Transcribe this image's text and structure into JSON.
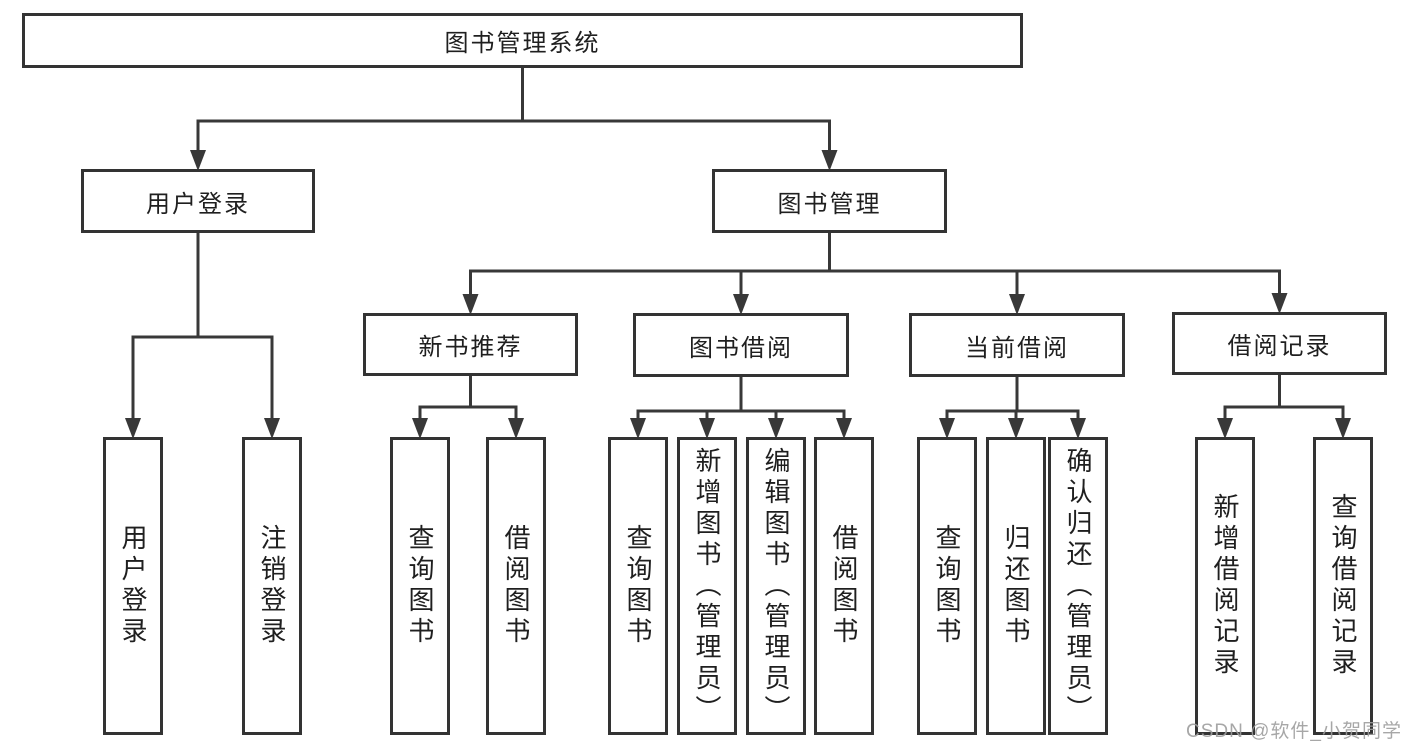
{
  "diagram": {
    "nodes": [
      {
        "id": "root",
        "label": "图书管理系统",
        "level": 1,
        "orientation": "horizontal"
      },
      {
        "id": "user-login",
        "label": "用户登录",
        "level": 2,
        "orientation": "horizontal"
      },
      {
        "id": "book-mgmt",
        "label": "图书管理",
        "level": 2,
        "orientation": "horizontal"
      },
      {
        "id": "new-book-rec",
        "label": "新书推荐",
        "level": 3,
        "orientation": "horizontal"
      },
      {
        "id": "book-borrow",
        "label": "图书借阅",
        "level": 3,
        "orientation": "horizontal"
      },
      {
        "id": "current-borrow",
        "label": "当前借阅",
        "level": 3,
        "orientation": "horizontal"
      },
      {
        "id": "borrow-record",
        "label": "借阅记录",
        "level": 3,
        "orientation": "horizontal"
      },
      {
        "id": "leaf-user-login",
        "label": "用户登录",
        "level": 4,
        "orientation": "vertical"
      },
      {
        "id": "leaf-logout",
        "label": "注销登录",
        "level": 4,
        "orientation": "vertical"
      },
      {
        "id": "leaf-nb-query",
        "label": "查询图书",
        "level": 4,
        "orientation": "vertical"
      },
      {
        "id": "leaf-nb-borrow",
        "label": "借阅图书",
        "level": 4,
        "orientation": "vertical"
      },
      {
        "id": "leaf-bb-query",
        "label": "查询图书",
        "level": 4,
        "orientation": "vertical"
      },
      {
        "id": "leaf-bb-add",
        "label": "新增图书（管理员）",
        "level": 4,
        "orientation": "vertical"
      },
      {
        "id": "leaf-bb-edit",
        "label": "编辑图书（管理员）",
        "level": 4,
        "orientation": "vertical"
      },
      {
        "id": "leaf-bb-borrow",
        "label": "借阅图书",
        "level": 4,
        "orientation": "vertical"
      },
      {
        "id": "leaf-cb-query",
        "label": "查询图书",
        "level": 4,
        "orientation": "vertical"
      },
      {
        "id": "leaf-cb-return",
        "label": "归还图书",
        "level": 4,
        "orientation": "vertical"
      },
      {
        "id": "leaf-cb-confirm",
        "label": "确认归还（管理员）",
        "level": 4,
        "orientation": "vertical"
      },
      {
        "id": "leaf-br-add",
        "label": "新增借阅记录",
        "level": 4,
        "orientation": "vertical"
      },
      {
        "id": "leaf-br-query",
        "label": "查询借阅记录",
        "level": 4,
        "orientation": "vertical"
      }
    ],
    "edges": [
      {
        "from": "root",
        "to": [
          "user-login",
          "book-mgmt"
        ]
      },
      {
        "from": "user-login",
        "to": [
          "leaf-user-login",
          "leaf-logout"
        ]
      },
      {
        "from": "book-mgmt",
        "to": [
          "new-book-rec",
          "book-borrow",
          "current-borrow",
          "borrow-record"
        ]
      },
      {
        "from": "new-book-rec",
        "to": [
          "leaf-nb-query",
          "leaf-nb-borrow"
        ]
      },
      {
        "from": "book-borrow",
        "to": [
          "leaf-bb-query",
          "leaf-bb-add",
          "leaf-bb-edit",
          "leaf-bb-borrow"
        ]
      },
      {
        "from": "current-borrow",
        "to": [
          "leaf-cb-query",
          "leaf-cb-return",
          "leaf-cb-confirm"
        ]
      },
      {
        "from": "borrow-record",
        "to": [
          "leaf-br-add",
          "leaf-br-query"
        ]
      }
    ],
    "watermark": "CSDN @软件_小贺同学",
    "colors": {
      "line": "#383838",
      "box_border": "#333333",
      "text": "#1f1f1f",
      "watermark": "#9e9e9e",
      "background": "#ffffff"
    }
  }
}
